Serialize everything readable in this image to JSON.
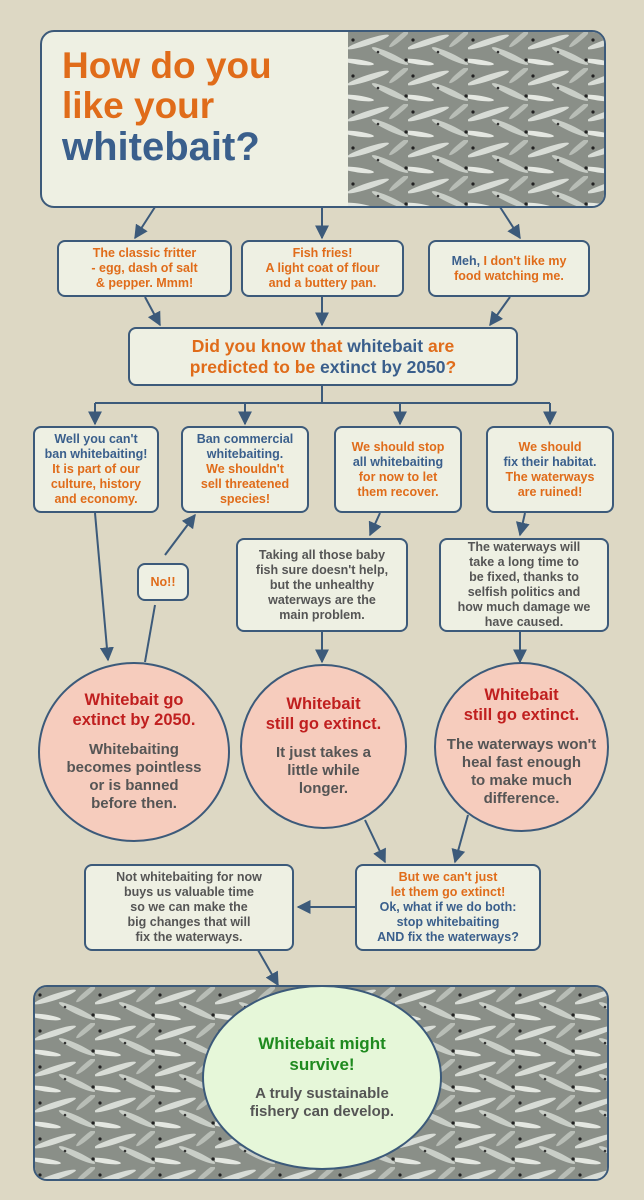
{
  "title": {
    "line1": "How do you",
    "line2": "like your",
    "line3a": "whitebait",
    "line3b": "?"
  },
  "options": {
    "fritter": {
      "a": "The",
      "b": " classic fritter",
      "c": "- egg, dash of salt",
      "d": "& pepper. Mmm!"
    },
    "fry": {
      "a": "Fish fries!",
      "b": "A light coat of flour",
      "c": "and a buttery pan."
    },
    "meh": {
      "a": "Meh, ",
      "b": "I don't like my",
      "c": "food watching me."
    }
  },
  "question": {
    "a": "Did you know that ",
    "b": "whitebait",
    "c": " are",
    "d": "predicted to be ",
    "e": "extinct by 2050",
    "f": "?"
  },
  "responses": {
    "cant_ban": {
      "a": "Well you can't",
      "b": "ban whitebaiting!",
      "c": "It is part of our",
      "d": "culture, history",
      "e": "and economy."
    },
    "ban_commercial": {
      "a": "Ban commercial",
      "b": "whitebaiting.",
      "c": "We shouldn't",
      "d": "sell threatened",
      "e": "species!"
    },
    "stop_all": {
      "a": "We should stop",
      "b": "all whitebaiting",
      "c": "for now to let",
      "d": "them recover."
    },
    "fix_habitat": {
      "a": "We should",
      "b": "fix their habitat.",
      "c": "The waterways",
      "d": "are ruined!"
    }
  },
  "no_box": "No!!",
  "baby_fish": {
    "a": "Taking all those baby",
    "b": "fish sure doesn't help,",
    "c": "but the unhealthy",
    "d": "waterways are the",
    "e": "main problem."
  },
  "long_time": {
    "a": "The waterways will",
    "b": "take a long time to",
    "c": "be fixed, thanks to",
    "d": "selfish politics and",
    "e": "how much damage we",
    "f": "have caused."
  },
  "outcomes": {
    "extinct": {
      "h1": "Whitebait go",
      "h2": "extinct by 2050.",
      "t1": "Whitebaiting",
      "t2": "becomes pointless",
      "t3": "or is banned",
      "t4": "before then."
    },
    "still1": {
      "h1": "Whitebait",
      "h2": "still go extinct.",
      "t1": "It just takes a",
      "t2": "little while",
      "t3": "longer."
    },
    "still2": {
      "h1": "Whitebait",
      "h2": "still go extinct.",
      "t1": "The waterways won't",
      "t2": "heal fast enough",
      "t3": "to make much",
      "t4": "difference."
    }
  },
  "both": {
    "a": "But we can't just",
    "b": "let them go extinct!",
    "c": "Ok, what if we do both:",
    "d": "stop whitebaiting",
    "e": "AND fix the waterways?"
  },
  "time_box": {
    "a": "Not whitebaiting for now",
    "b": "buys us valuable time",
    "c": "so we can make the",
    "d": "big changes that will",
    "e": "fix the waterways."
  },
  "survive": {
    "h1": "Whitebait might",
    "h2": "survive!",
    "t1": "A truly sustainable",
    "t2": "fishery can develop."
  },
  "colors": {
    "orange": "#e06c1a",
    "blue": "#3a5f8c",
    "red": "#c01f1f",
    "green": "#1f8a1f",
    "border": "#3c5a7a",
    "background": "#ddd8c4"
  }
}
